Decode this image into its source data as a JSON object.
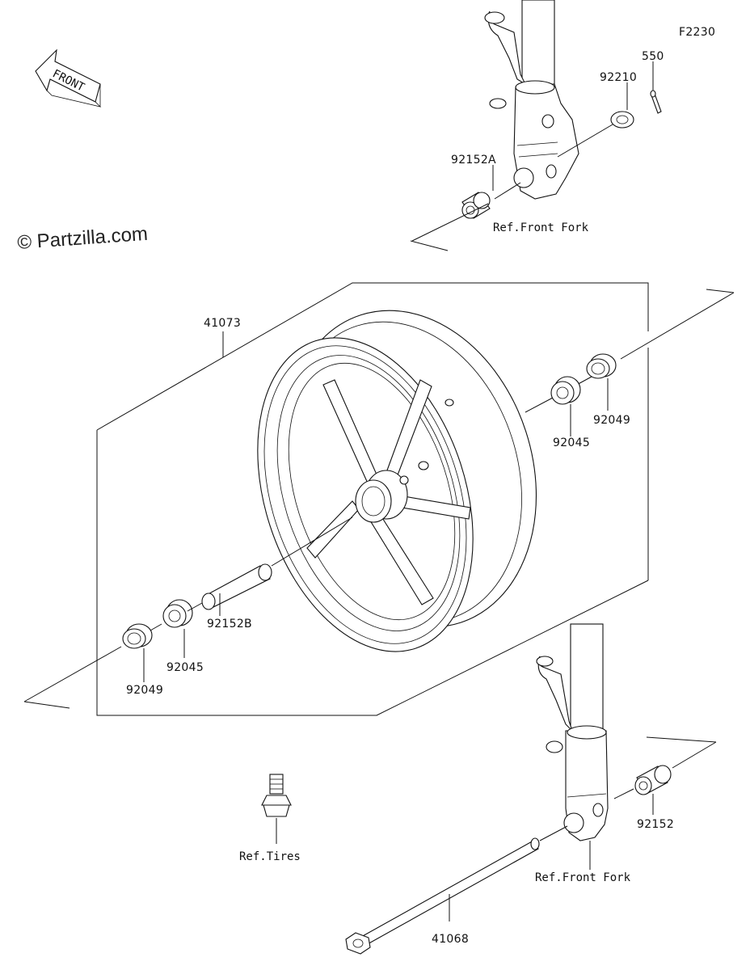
{
  "figure_code": "F2230",
  "watermark": "© Partzilla.com",
  "front_arrow_text": "FRONT",
  "labels": {
    "p550": "550",
    "p92210": "92210",
    "p92152A": "92152A",
    "ref_front_fork_top": "Ref.Front Fork",
    "p41073": "41073",
    "p92049_right": "92049",
    "p92045_right": "92045",
    "p92152B": "92152B",
    "p92045_left": "92045",
    "p92049_left": "92049",
    "ref_tires": "Ref.Tires",
    "p92152": "92152",
    "ref_front_fork_bottom": "Ref.Front Fork",
    "p41068": "41068"
  }
}
